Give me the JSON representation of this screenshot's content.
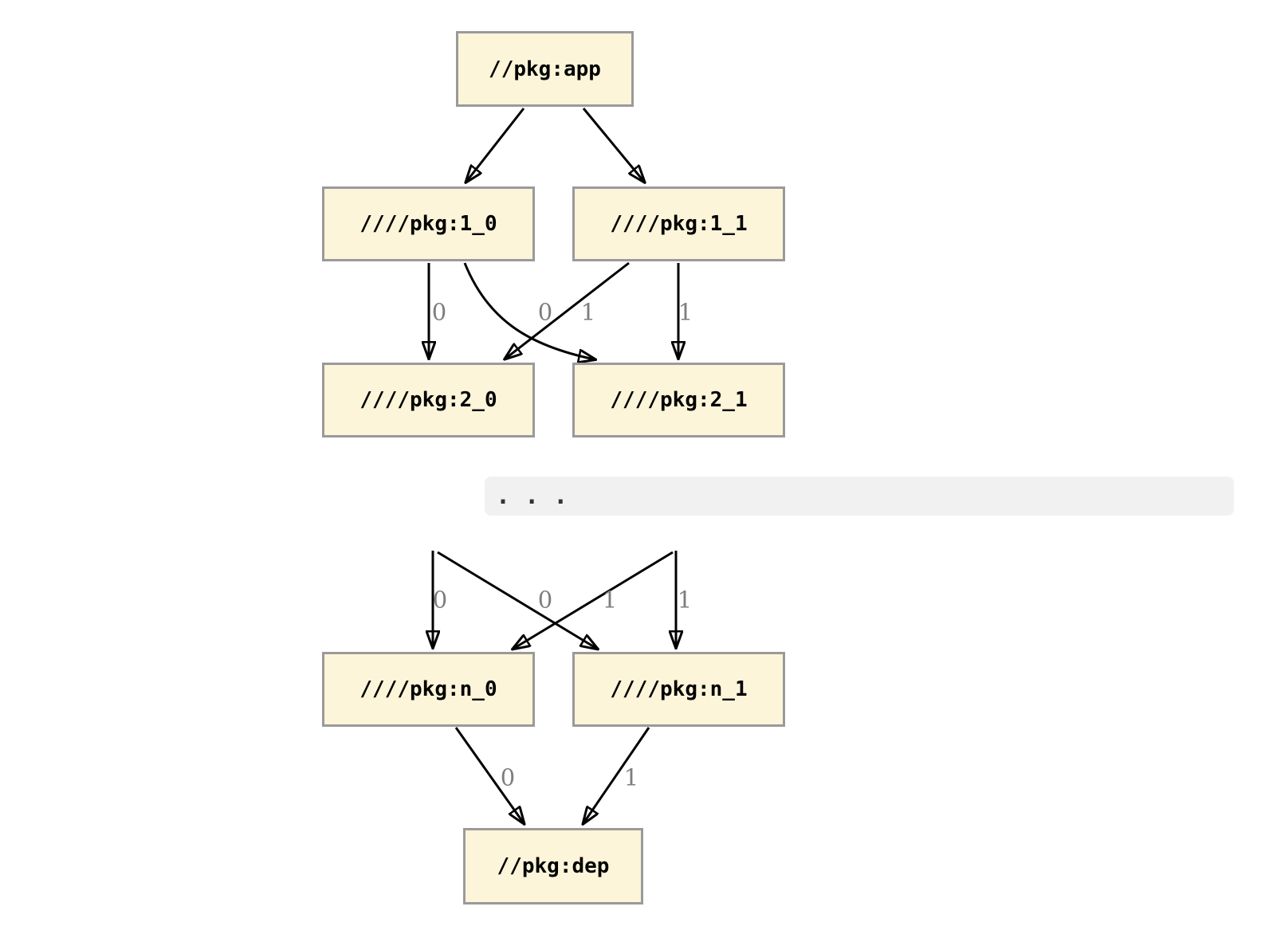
{
  "diagram": {
    "type": "dependency-graph",
    "nodes": {
      "app": "//pkg:app",
      "l1_0": "////pkg:1_0",
      "l1_1": "////pkg:1_1",
      "l2_0": "////pkg:2_0",
      "l2_1": "////pkg:2_1",
      "ln_0": "////pkg:n_0",
      "ln_1": "////pkg:n_1",
      "dep": "//pkg:dep"
    },
    "ellipsis": ". . .",
    "edges": [
      {
        "from": "app",
        "to": "l1_0",
        "label": ""
      },
      {
        "from": "app",
        "to": "l1_1",
        "label": ""
      },
      {
        "from": "l1_0",
        "to": "l2_0",
        "label": "0"
      },
      {
        "from": "l1_1",
        "to": "l2_0",
        "label": "0"
      },
      {
        "from": "l1_0",
        "to": "l2_1",
        "label": "1"
      },
      {
        "from": "l1_1",
        "to": "l2_1",
        "label": "1"
      },
      {
        "from": "ellipsis_row",
        "to": "ln_0",
        "label": "0"
      },
      {
        "from": "ellipsis_row",
        "to": "ln_0",
        "label": "0"
      },
      {
        "from": "ellipsis_row",
        "to": "ln_1",
        "label": "1"
      },
      {
        "from": "ellipsis_row",
        "to": "ln_1",
        "label": "1"
      },
      {
        "from": "ln_0",
        "to": "dep",
        "label": "0"
      },
      {
        "from": "ln_1",
        "to": "dep",
        "label": "1"
      }
    ],
    "colors": {
      "background": "#ffffff",
      "node_fill": "#fcf5d9",
      "node_border": "#9a9a9a",
      "node_text": "#000000",
      "edge": "#000000",
      "edge_label": "#7e7e7e",
      "ellipsis_band": "#f1f1f1",
      "ellipsis_text": "#333333"
    }
  }
}
